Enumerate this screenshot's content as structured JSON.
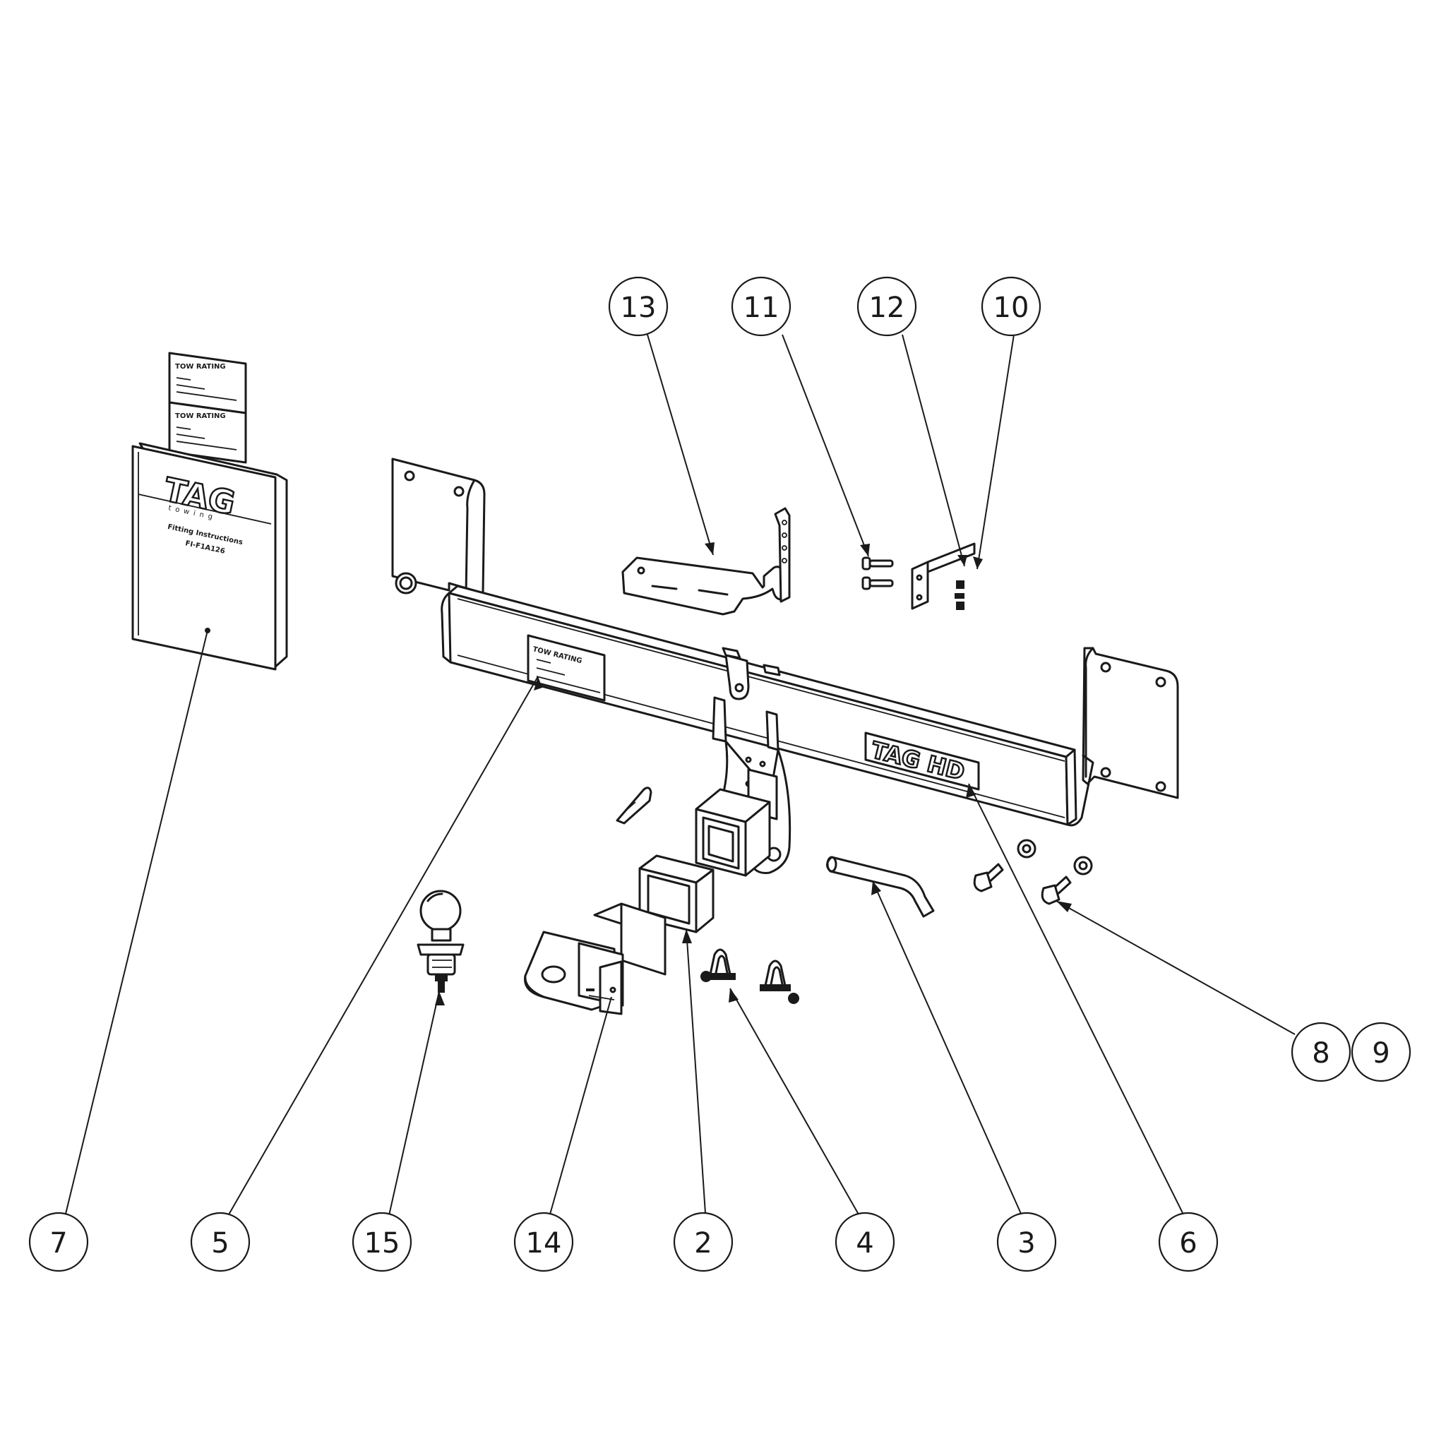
{
  "diagram": {
    "brand": {
      "manual_logo": "TAG",
      "manual_logo_sub": "towing",
      "manual_line1": "Fitting Instructions",
      "manual_line2": "FI-F1A126",
      "bar_logo": "TAG HD",
      "label_title": "TOW RATING"
    },
    "balloons": [
      {
        "id": "b13",
        "label": "13"
      },
      {
        "id": "b11",
        "label": "11"
      },
      {
        "id": "b12",
        "label": "12"
      },
      {
        "id": "b10",
        "label": "10"
      },
      {
        "id": "b8",
        "label": "8"
      },
      {
        "id": "b9",
        "label": "9"
      },
      {
        "id": "b7",
        "label": "7"
      },
      {
        "id": "b5",
        "label": "5"
      },
      {
        "id": "b15",
        "label": "15"
      },
      {
        "id": "b14",
        "label": "14"
      },
      {
        "id": "b2",
        "label": "2"
      },
      {
        "id": "b4",
        "label": "4"
      },
      {
        "id": "b3",
        "label": "3"
      },
      {
        "id": "b6",
        "label": "6"
      }
    ]
  }
}
